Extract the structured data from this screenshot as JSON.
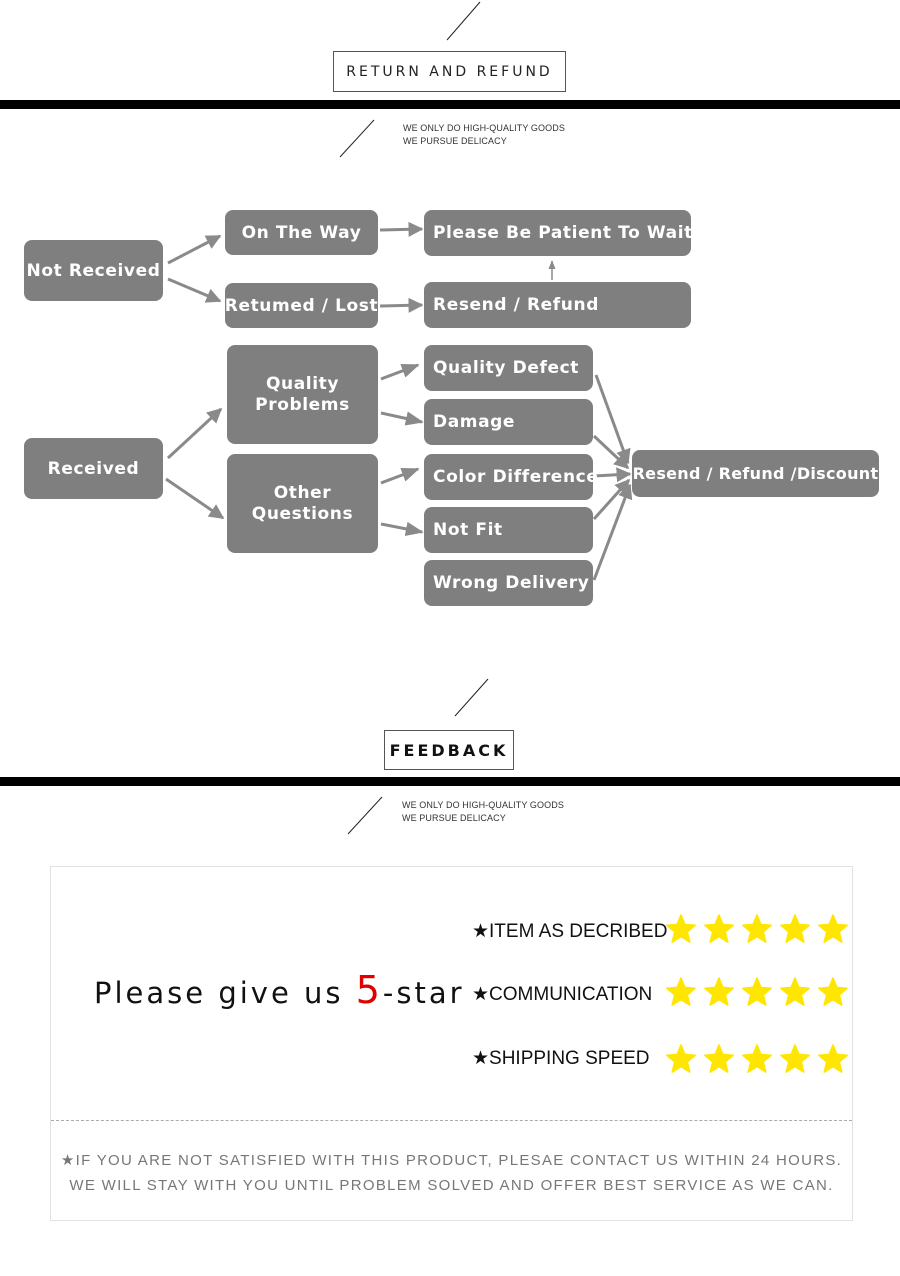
{
  "return_section": {
    "title": "RETURN AND REFUND",
    "tagline_1": "WE ONLY DO HIGH-QUALITY GOODS",
    "tagline_2": "WE PURSUE DELICACY"
  },
  "flowchart": {
    "not_received": "Not Received",
    "on_the_way": "On The Way",
    "returned_lost": "Retumed / Lost",
    "patient_wait": "Please Be Patient To Wait",
    "resend_refund": "Resend / Refund",
    "received": "Received",
    "quality_problems": "Quality Problems",
    "other_questions": "Other Questions",
    "quality_defect": "Quality Defect",
    "damage": "Damage",
    "color_difference": "Color Difference",
    "not_fit": "Not Fit",
    "wrong_delivery": "Wrong Delivery",
    "resend_refund_discount": "Resend / Refund /Discount"
  },
  "feedback_section": {
    "title": "FEEDBACK",
    "tagline_1": "WE ONLY DO HIGH-QUALITY GOODS",
    "tagline_2": "WE PURSUE DELICACY",
    "prompt_before": "Please give us ",
    "prompt_number": "5",
    "prompt_after": "-star",
    "ratings": [
      {
        "label": "★ITEM AS DECRIBED",
        "stars": 5
      },
      {
        "label": "★COMMUNICATION",
        "stars": 5
      },
      {
        "label": "★SHIPPING SPEED",
        "stars": 5
      }
    ],
    "note_1": "★IF YOU ARE NOT SATISFIED WITH THIS PRODUCT, PLESAE CONTACT US WITHIN 24 HOURS.",
    "note_2": "WE WILL STAY WITH YOU UNTIL PROBLEM SOLVED AND OFFER BEST SERVICE AS WE CAN."
  },
  "colors": {
    "node_fill": "#7f7f7f",
    "arrow": "#8a8a8a",
    "star": "#ffe600",
    "accent_red": "#e00000"
  }
}
